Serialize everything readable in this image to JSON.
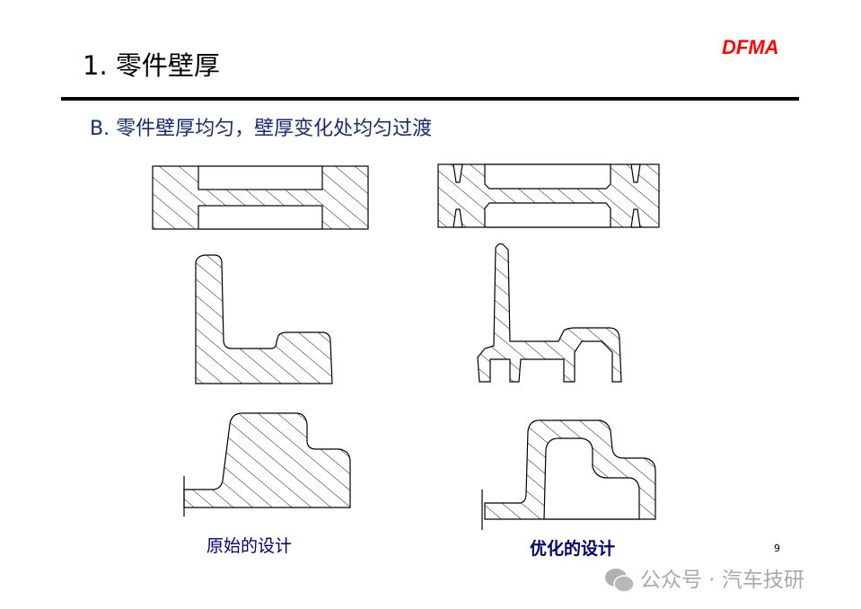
{
  "slide": {
    "title": "1. 零件壁厚",
    "brand": "DFMA",
    "subtitle": "B. 零件壁厚均匀，壁厚变化处均匀过渡",
    "caption_original": "原始的设计",
    "caption_optimized": "优化的设计",
    "page_number": "9",
    "watermark": "公众号 · 汽车技研"
  }
}
